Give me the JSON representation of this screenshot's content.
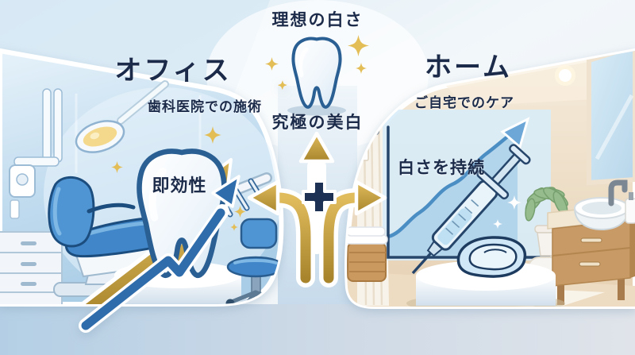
{
  "center": {
    "top_label": "理想の白さ",
    "bottom_label": "究極の美白"
  },
  "office": {
    "title": "オフィス",
    "subtitle": "歯科医院での施術",
    "benefit": "即効性"
  },
  "home": {
    "title": "ホーム",
    "subtitle": "ご自宅でのケア",
    "benefit": "白さを持続"
  },
  "icons": {
    "tooth": "tooth-icon",
    "sparkle": "sparkle-icon",
    "plus": "plus-icon",
    "three_way_arrow": "three-way-arrow-icon",
    "growth_arrow": "growth-arrow-icon",
    "line_graph": "line-graph-icon",
    "syringe": "syringe-icon",
    "mouth_tray": "mouth-tray-icon",
    "dental_chair": "dental-chair-icon",
    "stool": "stool-icon",
    "lamp": "dental-lamp-icon",
    "vanity": "bathroom-vanity-icon"
  },
  "colors": {
    "text_navy": "#1c2b4a",
    "gold": "#c3992f",
    "tooth_outline": "#2a5f94",
    "office_panel_blue": "#c2dcef",
    "home_panel_beige": "#e9d6bd",
    "chair_blue": "#3f86c8",
    "arrow_blue": "#2e6cab",
    "wood_tan": "#c89a66"
  }
}
